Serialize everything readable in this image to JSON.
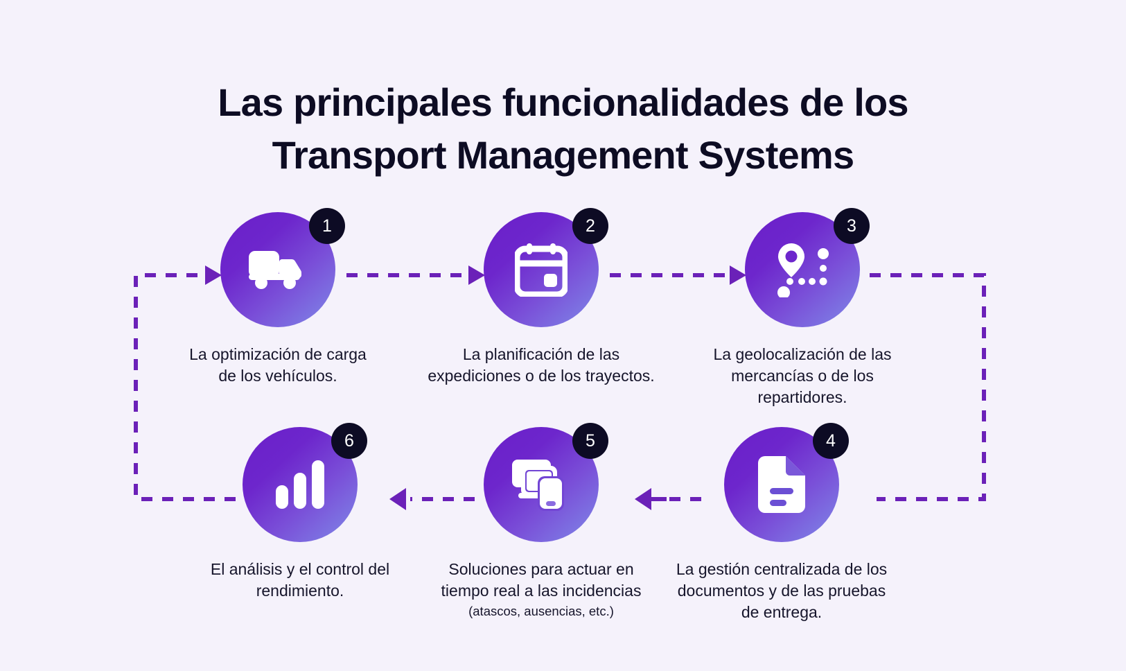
{
  "page": {
    "background_color": "#f5f2fb",
    "title_line_1": "Las principales funcionalidades de los",
    "title_line_2": "Transport Management Systems",
    "title_color": "#0d0c23"
  },
  "theme": {
    "gradient_start": "#6a1fc9",
    "gradient_end": "#7f8ae8",
    "badge_bg": "#0d0b24",
    "badge_text": "#ffffff",
    "connector_color": "#6b21b8",
    "icon_color": "#ffffff"
  },
  "steps": [
    {
      "number": "1",
      "icon": "truck-icon",
      "caption_line_1": "La optimización de carga",
      "caption_line_2": "de los vehículos.",
      "caption_sub": ""
    },
    {
      "number": "2",
      "icon": "calendar-icon",
      "caption_line_1": "La planificación de las",
      "caption_line_2": "expediciones o de los trayectos.",
      "caption_sub": ""
    },
    {
      "number": "3",
      "icon": "map-pin-route-icon",
      "caption_line_1": "La geolocalización de las",
      "caption_line_2": "mercancías o de los repartidores.",
      "caption_sub": ""
    },
    {
      "number": "4",
      "icon": "document-icon",
      "caption_line_1": "La gestión centralizada de los",
      "caption_line_2": "documentos y de las pruebas",
      "caption_line_3": "de entrega.",
      "caption_sub": ""
    },
    {
      "number": "5",
      "icon": "devices-icon",
      "caption_line_1": "Soluciones para actuar en",
      "caption_line_2": "tiempo real a las incidencias",
      "caption_sub": "(atascos, ausencias, etc.)"
    },
    {
      "number": "6",
      "icon": "bar-chart-icon",
      "caption_line_1": "El análisis y el control del",
      "caption_line_2": "rendimiento.",
      "caption_sub": ""
    }
  ],
  "connectors": [
    {
      "name": "arrow-1-to-2",
      "direction": "right"
    },
    {
      "name": "arrow-2-to-3",
      "direction": "right"
    },
    {
      "name": "arrow-3-to-4-right-loop",
      "direction": "down"
    },
    {
      "name": "arrow-4-to-5",
      "direction": "left"
    },
    {
      "name": "arrow-5-to-6",
      "direction": "left"
    },
    {
      "name": "arrow-6-to-1-left-loop",
      "direction": "up"
    }
  ]
}
